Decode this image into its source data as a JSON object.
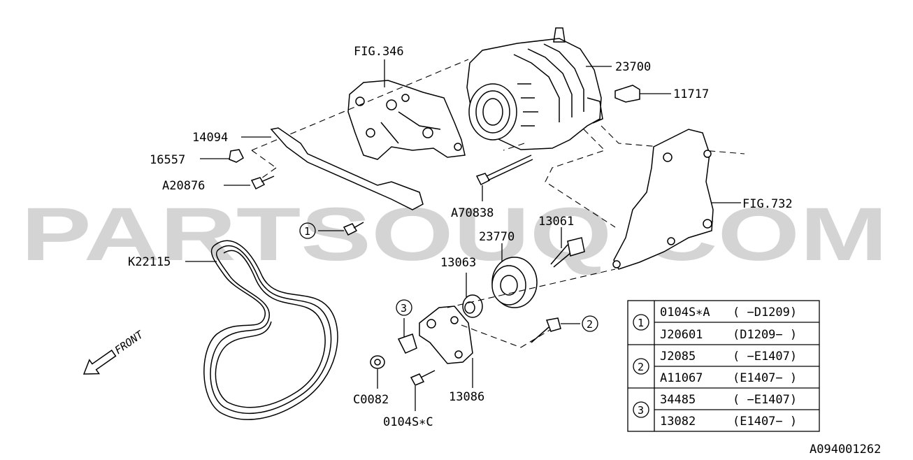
{
  "watermark": "PARTSOUQ.COM",
  "diagram_id": "A094001262",
  "front_label": "FRONT",
  "callouts": {
    "fig346": "FIG.346",
    "p23700": "23700",
    "p11717": "11717",
    "p14094": "14094",
    "p16557": "16557",
    "pA20876": "A20876",
    "pA70838": "A70838",
    "fig732": "FIG.732",
    "p13061": "13061",
    "p23770": "23770",
    "p13063": "13063",
    "pK22115": "K22115",
    "pC0082": "C0082",
    "p13086": "13086",
    "p0104SC": "0104S∗C",
    "ref1": "1",
    "ref2": "2",
    "ref3": "3"
  },
  "legend": [
    {
      "ref": "1",
      "rows": [
        {
          "part": "0104S∗A",
          "range": "( −D1209)"
        },
        {
          "part": "J20601",
          "range": "(D1209− )"
        }
      ]
    },
    {
      "ref": "2",
      "rows": [
        {
          "part": "J2085",
          "range": "( −E1407)"
        },
        {
          "part": "A11067",
          "range": "(E1407− )"
        }
      ]
    },
    {
      "ref": "3",
      "rows": [
        {
          "part": "34485",
          "range": "( −E1407)"
        },
        {
          "part": "13082",
          "range": "(E1407− )"
        }
      ]
    }
  ]
}
